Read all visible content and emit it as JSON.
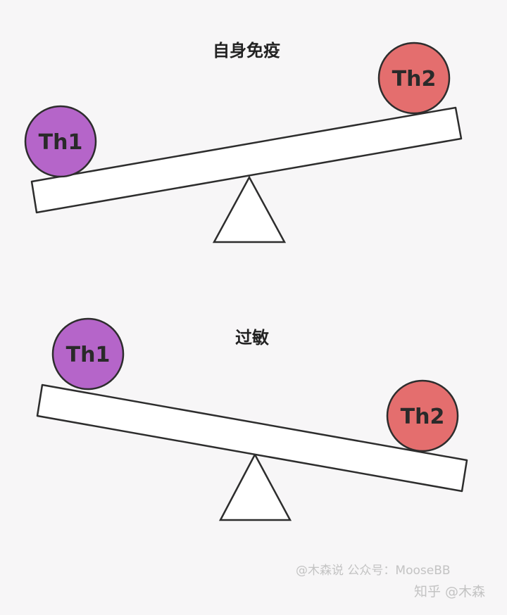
{
  "diagrams": {
    "top": {
      "title": "自身免疫",
      "left_ball": {
        "label": "Th1",
        "color": "#b565c9"
      },
      "right_ball": {
        "label": "Th2",
        "color": "#e46e6e"
      }
    },
    "bottom": {
      "title": "过敏",
      "left_ball": {
        "label": "Th1",
        "color": "#b565c9"
      },
      "right_ball": {
        "label": "Th2",
        "color": "#e46e6e"
      }
    }
  },
  "watermark": {
    "line1": "@木森说 公众号：MooseBB",
    "line2": "知乎 @木森"
  }
}
